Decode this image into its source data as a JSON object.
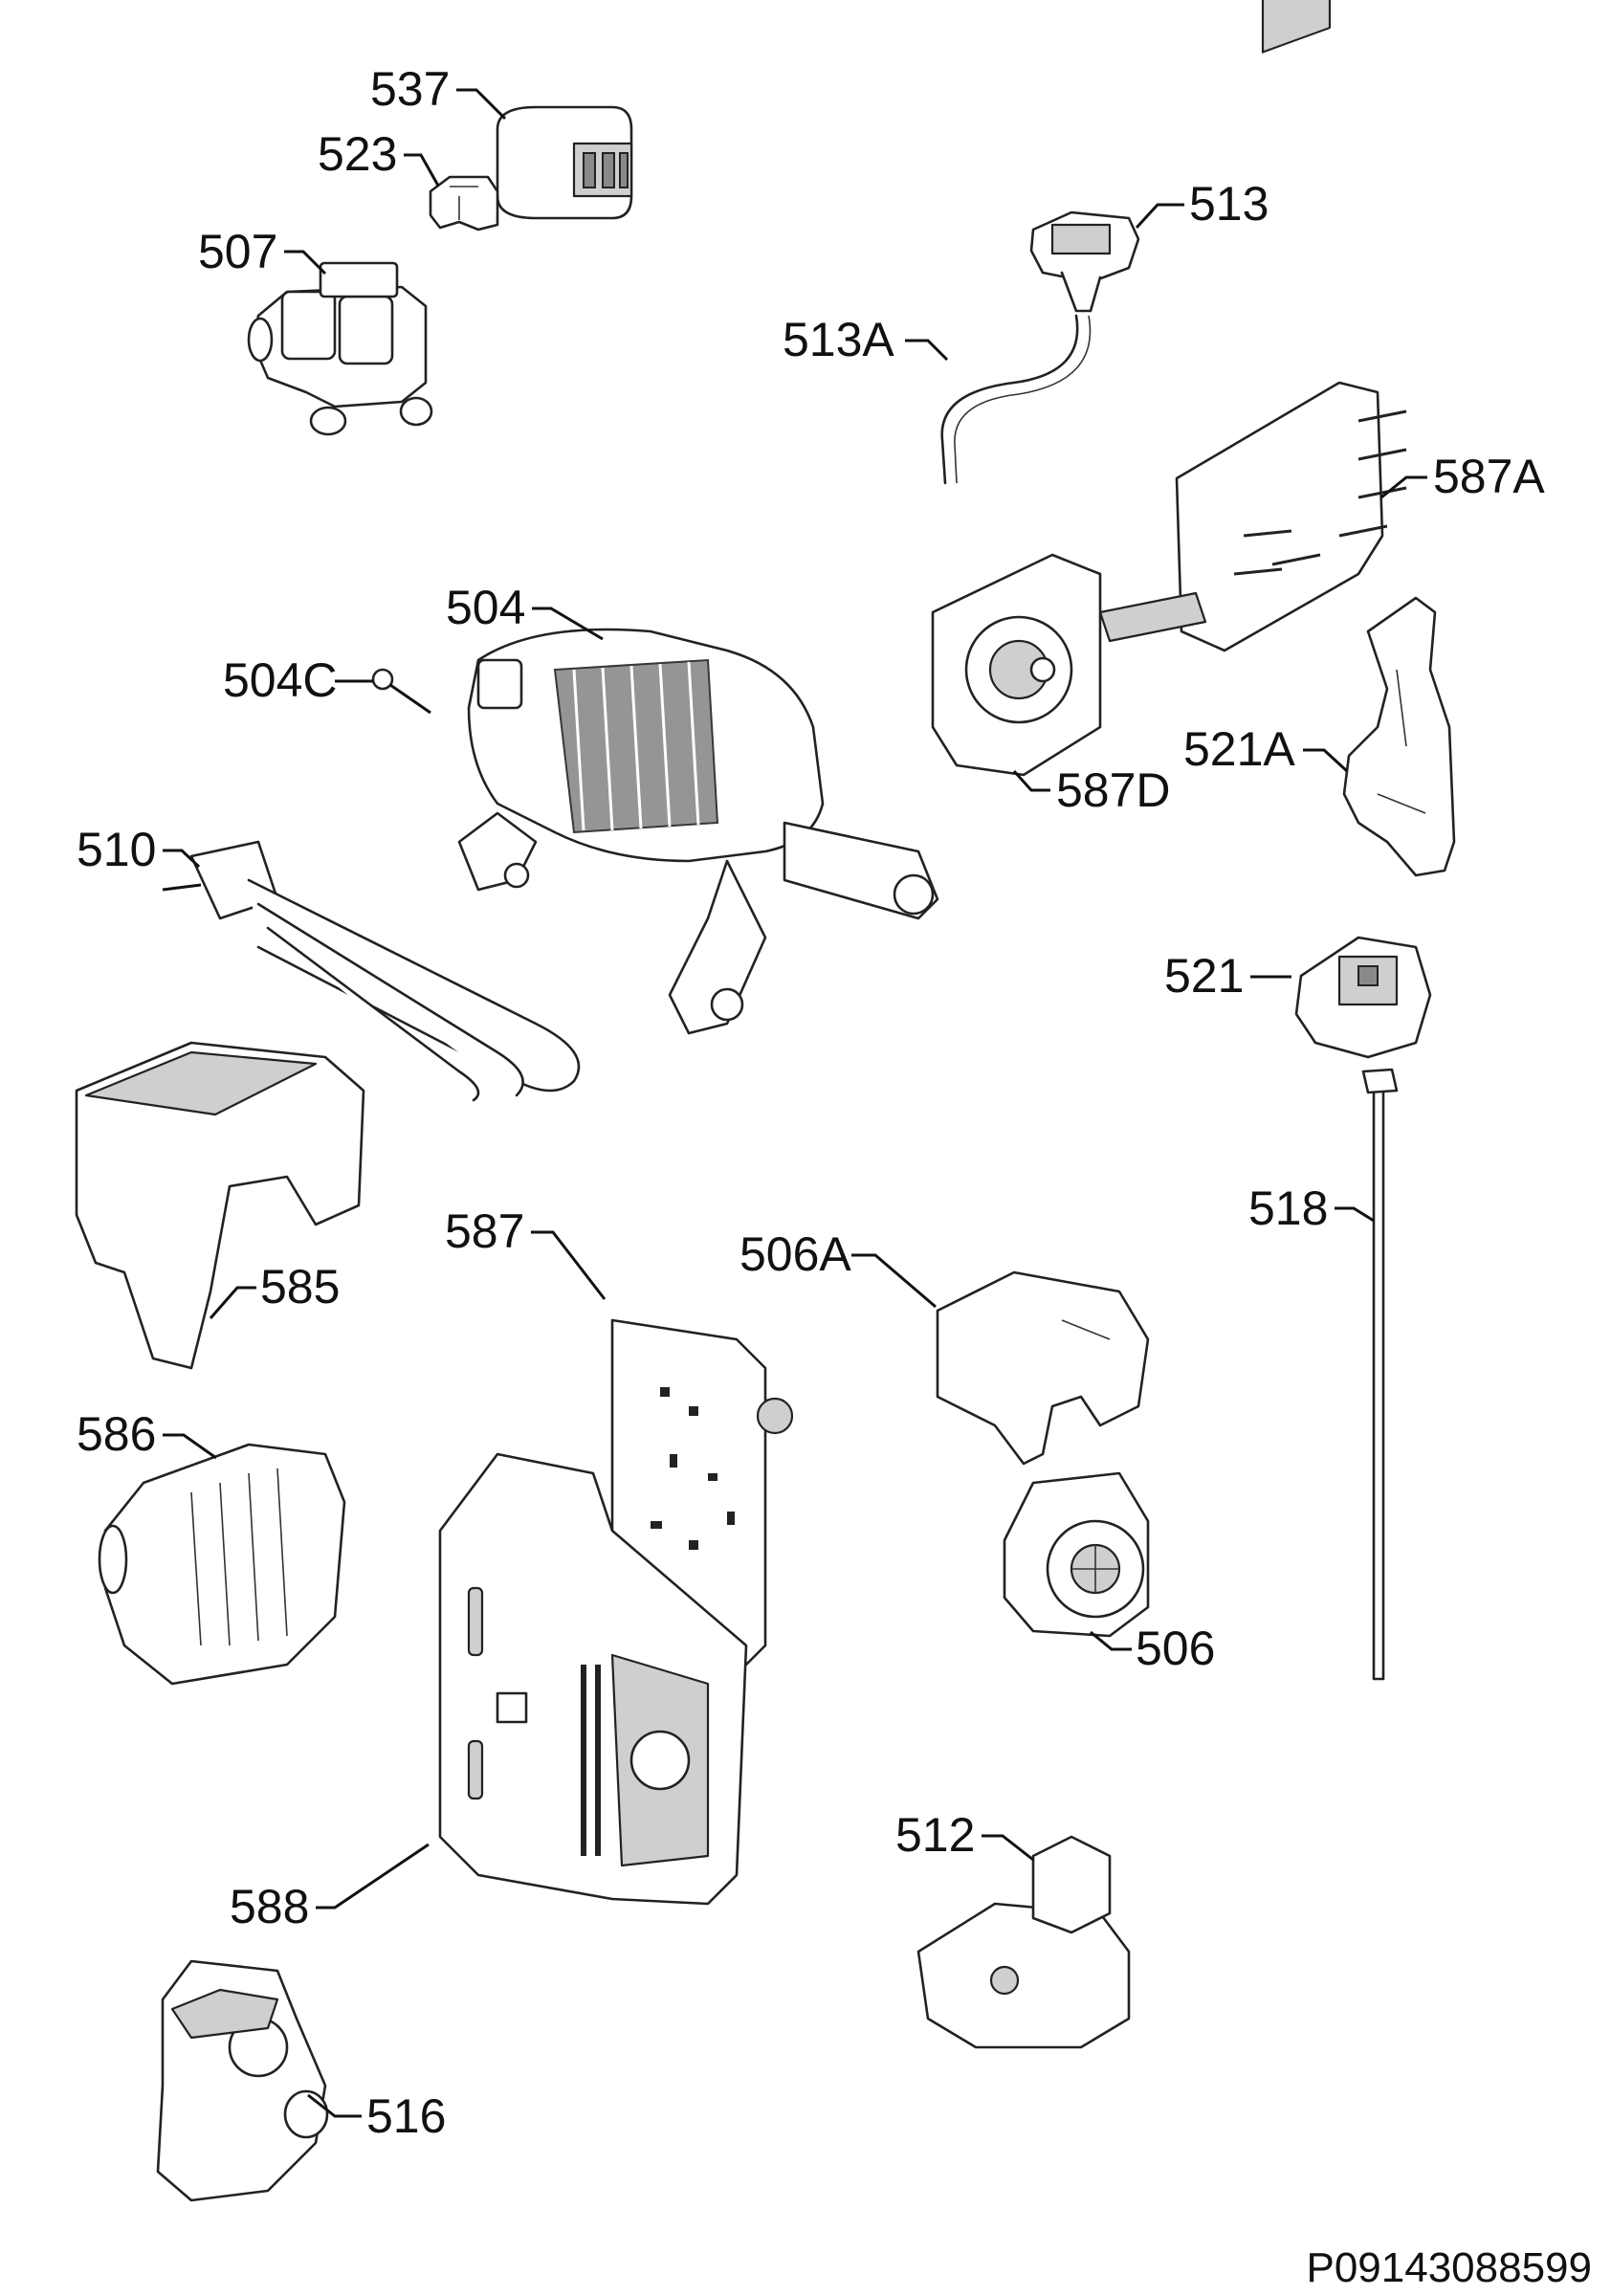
{
  "diagram": {
    "parts": [
      {
        "id": "537",
        "label": "537"
      },
      {
        "id": "523",
        "label": "523"
      },
      {
        "id": "507",
        "label": "507"
      },
      {
        "id": "513",
        "label": "513"
      },
      {
        "id": "513A",
        "label": "513A"
      },
      {
        "id": "587A",
        "label": "587A"
      },
      {
        "id": "504",
        "label": "504"
      },
      {
        "id": "504C",
        "label": "504C"
      },
      {
        "id": "587D",
        "label": "587D"
      },
      {
        "id": "521A",
        "label": "521A"
      },
      {
        "id": "510",
        "label": "510"
      },
      {
        "id": "521",
        "label": "521"
      },
      {
        "id": "518",
        "label": "518"
      },
      {
        "id": "587",
        "label": "587"
      },
      {
        "id": "506A",
        "label": "506A"
      },
      {
        "id": "585",
        "label": "585"
      },
      {
        "id": "586",
        "label": "586"
      },
      {
        "id": "506",
        "label": "506"
      },
      {
        "id": "512",
        "label": "512"
      },
      {
        "id": "588",
        "label": "588"
      },
      {
        "id": "516",
        "label": "516"
      }
    ],
    "drawing_code": "P09143088599"
  }
}
